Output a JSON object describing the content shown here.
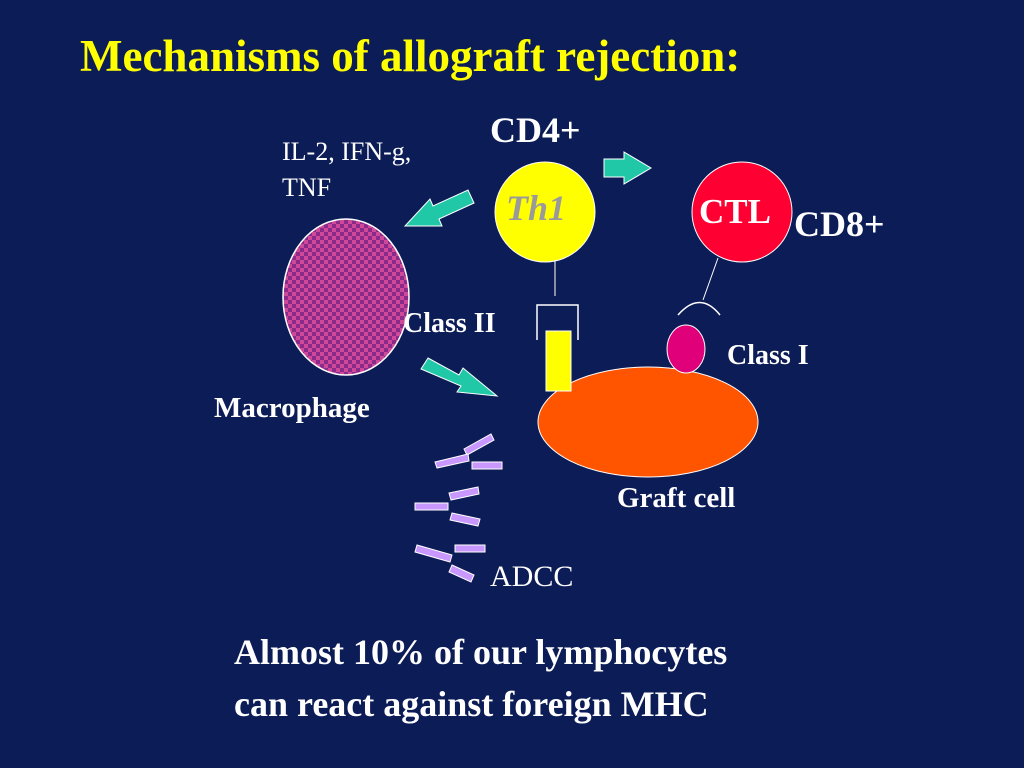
{
  "title": "Mechanisms of allograft rejection:",
  "labels": {
    "cd4": "CD4+",
    "cytokines_line1": "IL-2, IFN-g,",
    "cytokines_line2": "TNF",
    "th1": "Th1",
    "ctl": "CTL",
    "cd8": "CD8+",
    "class_ii": "Class II",
    "class_i": "Class I",
    "macrophage": "Macrophage",
    "graft_cell": "Graft cell",
    "adcc": "ADCC"
  },
  "footer": {
    "line1": "Almost 10% of our lymphocytes",
    "line2": "can react against foreign MHC"
  },
  "colors": {
    "background": "#0c1c56",
    "title": "#ffff00",
    "th1_cell": "#ffff00",
    "ctl_cell": "#ff0033",
    "graft_cell": "#ff5500",
    "class_i_mhc": "#e0007a",
    "class_ii_mhc": "#ffff00",
    "arrow": "#20c8a8",
    "antibody": "#c898ff",
    "macrophage_pattern": [
      "#d04898",
      "#8a2a8a"
    ]
  }
}
